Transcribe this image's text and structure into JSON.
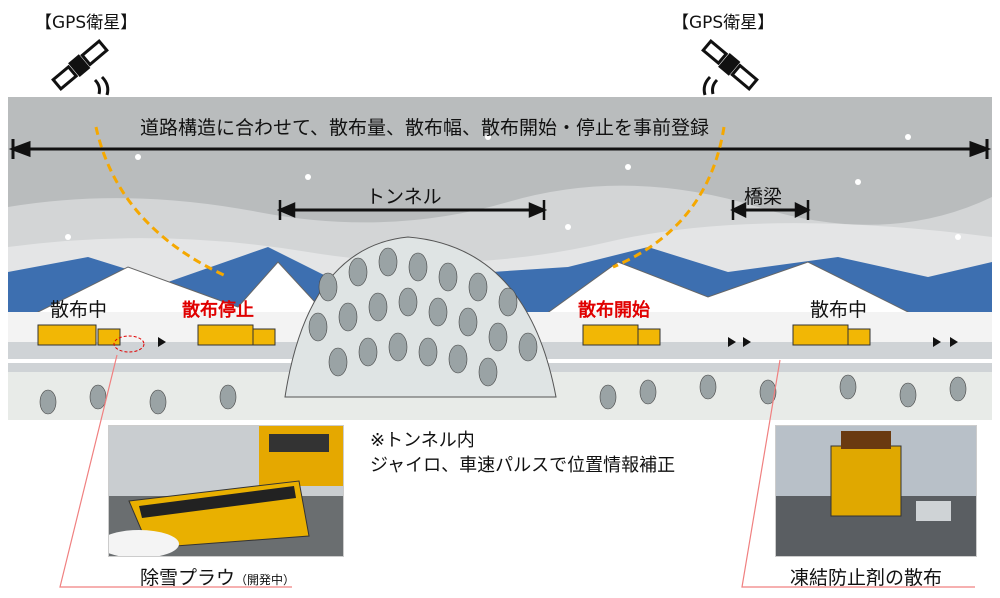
{
  "satellites": [
    {
      "label": "【GPS衛星】"
    },
    {
      "label": "【GPS衛星】"
    }
  ],
  "banner": "道路構造に合わせて、散布量、散布幅、散布開始・停止を事前登録",
  "tunnel_label": "トンネル",
  "bridge_label": "橋梁",
  "states": [
    "散布中",
    "散布停止",
    "散布開始",
    "散布中"
  ],
  "tunnel_note": [
    "※トンネル内",
    "ジャイロ、車速パルスで位置情報補正"
  ],
  "photos": [
    {
      "caption": "除雪プラウ",
      "sub": "（開発中）"
    },
    {
      "caption": "凍結防止剤の散布"
    }
  ],
  "colors": {
    "sky": "#b9bcbd",
    "truck": "#f2b705",
    "red": "#e00000",
    "gps_arrow": "#f5a800",
    "callout": "#f08080"
  }
}
